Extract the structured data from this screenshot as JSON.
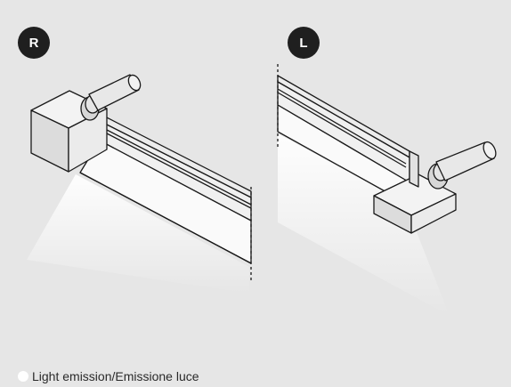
{
  "badges": {
    "right": "R",
    "left": "L"
  },
  "legend": {
    "label": "Light emission/Emissione luce"
  },
  "colors": {
    "background": "#e6e6e6",
    "badge": "#1f1f1f",
    "line": "#1a1a1a",
    "light": "#ffffff"
  }
}
